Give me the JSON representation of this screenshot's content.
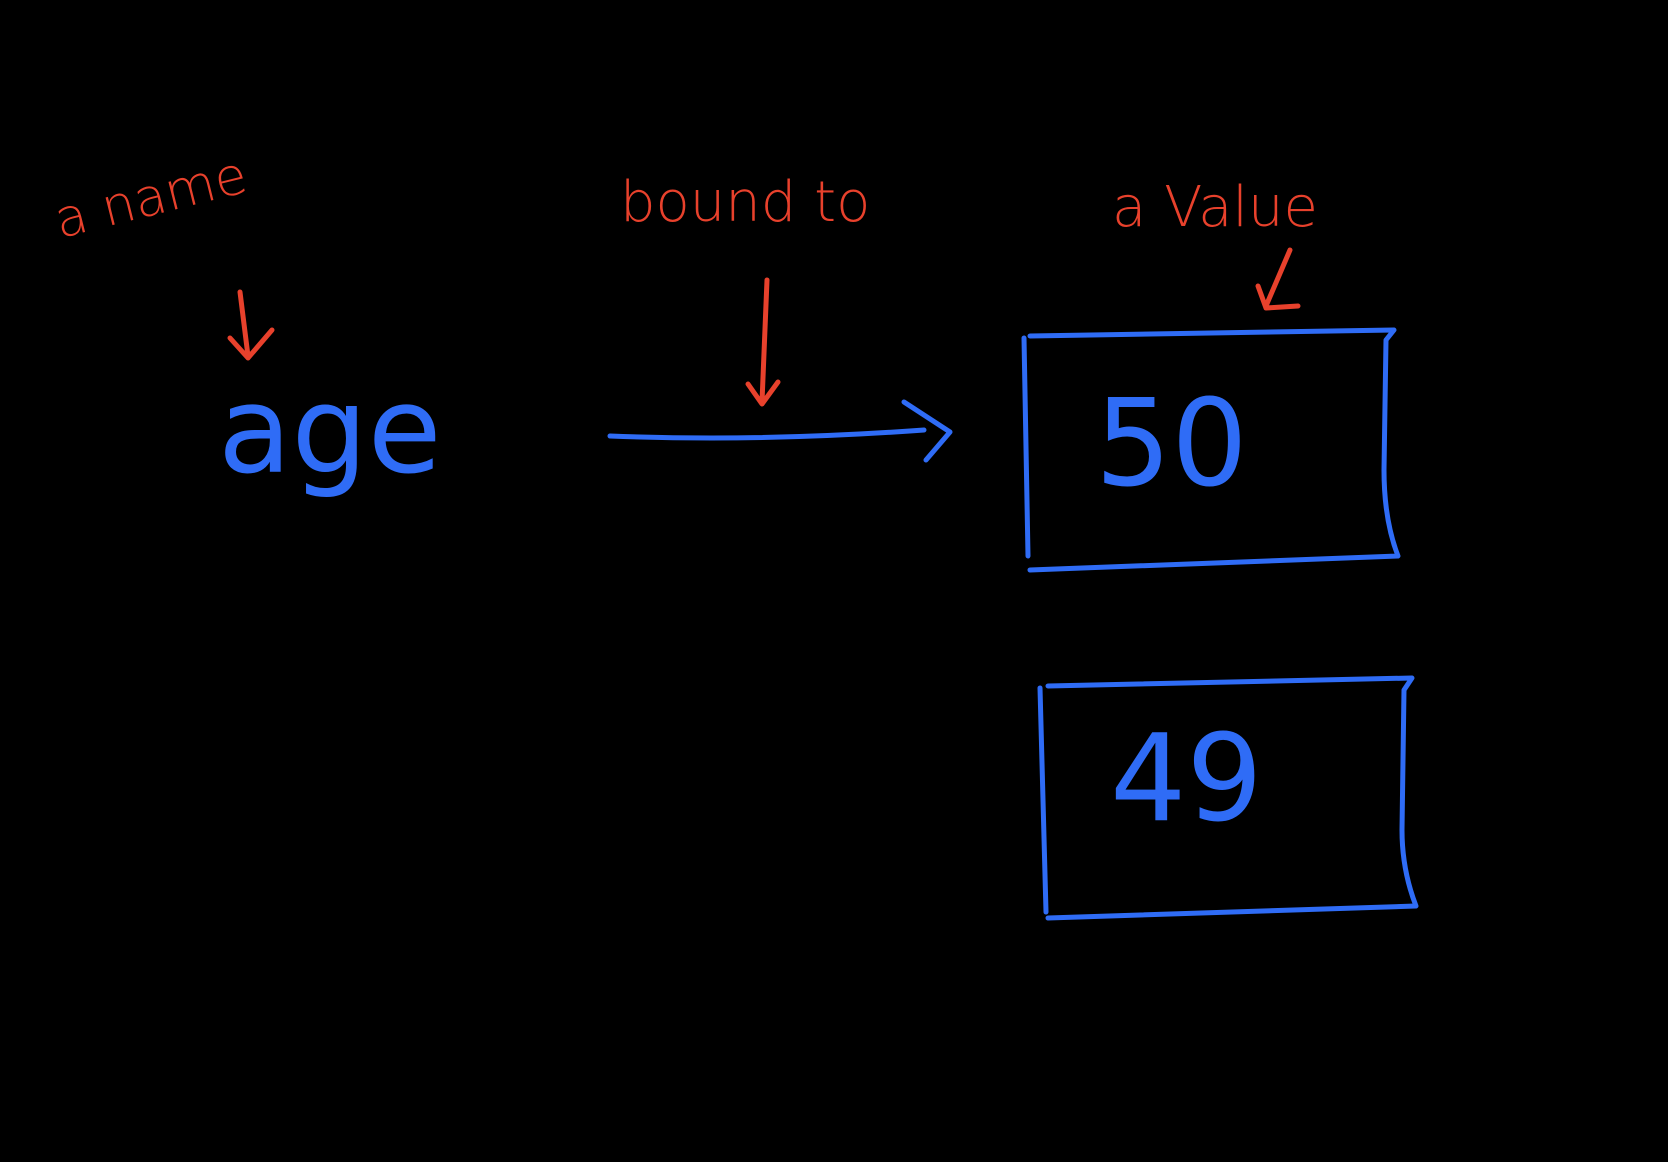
{
  "annotations": {
    "name_label": "a name",
    "bound_label": "bound to",
    "value_label": "a Value"
  },
  "variable": {
    "name": "age"
  },
  "values": {
    "current": "50",
    "previous": "49"
  },
  "colors": {
    "background": "#000000",
    "annotation_red": "#e8412c",
    "ink_blue": "#2f6cf6"
  }
}
